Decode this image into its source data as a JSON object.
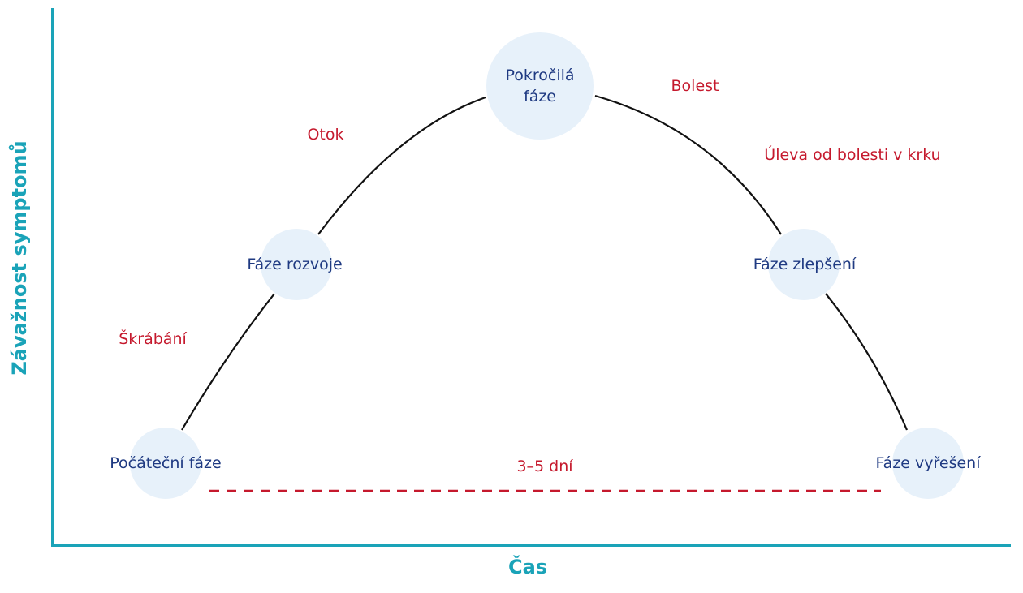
{
  "axes": {
    "x_title": "Čas",
    "y_title": "Závažnost symptomů",
    "color": "#1aa3b8"
  },
  "stages": [
    {
      "id": "initial",
      "label": "Počáteční fáze"
    },
    {
      "id": "development",
      "label": "Fáze rozvoje"
    },
    {
      "id": "advanced",
      "label": "Pokročilá fáze"
    },
    {
      "id": "improvement",
      "label": "Fáze zlepšení"
    },
    {
      "id": "resolution",
      "label": "Fáze vyřešení"
    }
  ],
  "symptoms": [
    {
      "id": "scratching",
      "label": "Škrábání"
    },
    {
      "id": "swelling",
      "label": "Otok"
    },
    {
      "id": "pain",
      "label": "Bolest"
    },
    {
      "id": "relief",
      "label": "Úleva od bolesti v krku"
    }
  ],
  "duration": {
    "label": "3–5 dní",
    "color": "#c5192d"
  },
  "colors": {
    "circle_fill": "#e7f1fa",
    "stage_text": "#1f3a82",
    "symptom_text": "#c5192d",
    "curve": "#111111"
  }
}
